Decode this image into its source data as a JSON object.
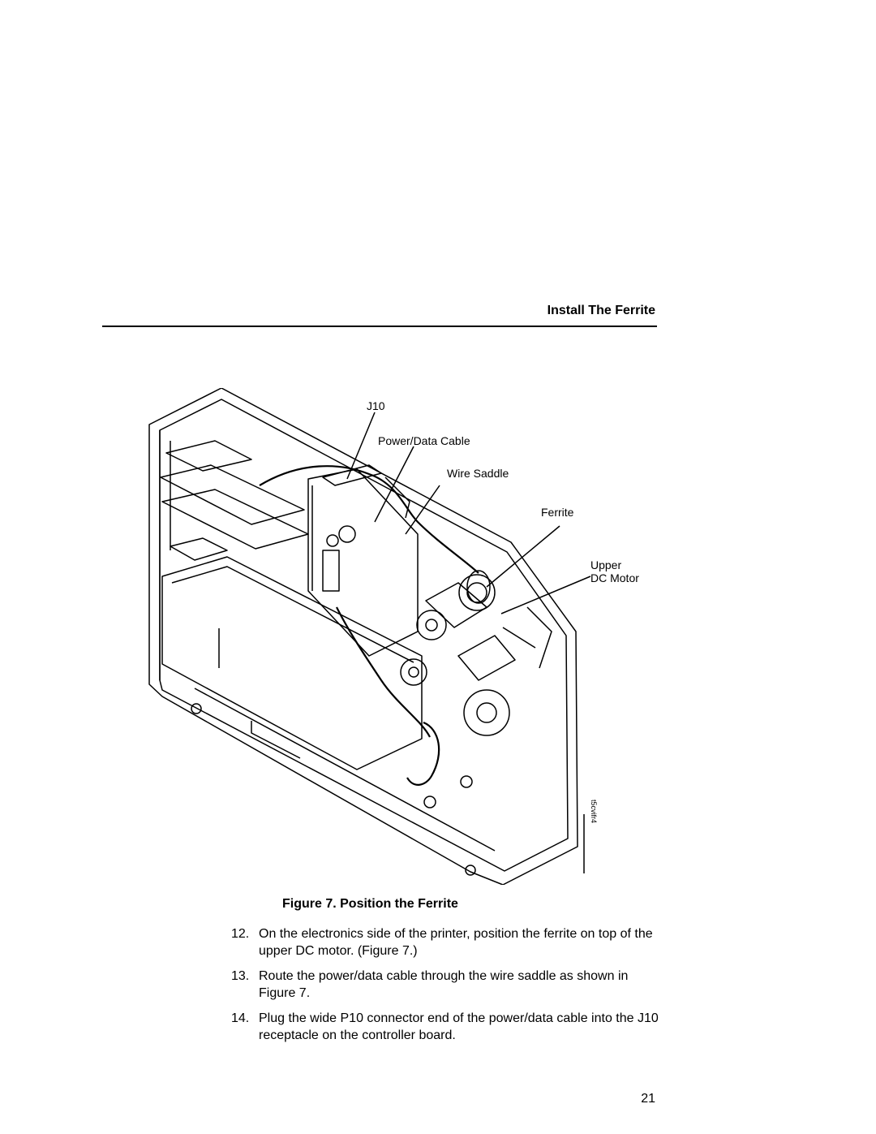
{
  "header": {
    "section_title": "Install The Ferrite"
  },
  "figure": {
    "callouts": {
      "j10": "J10",
      "power_data_cable": "Power/Data Cable",
      "wire_saddle": "Wire Saddle",
      "ferrite": "Ferrite",
      "upper": "Upper",
      "dc_motor": "DC Motor"
    },
    "figure_id": "t5cvifr4",
    "caption": "Figure 7. Position the Ferrite"
  },
  "steps": [
    {
      "num": "12.",
      "text": "On the electronics side of the printer, position the ferrite on top of the upper DC motor. (Figure 7.)"
    },
    {
      "num": "13.",
      "text": "Route the power/data cable through the wire saddle as shown in Figure 7."
    },
    {
      "num": "14.",
      "text": "Plug the wide P10 connector end of the power/data cable into the J10 receptacle on the controller board."
    }
  ],
  "footer": {
    "page_number": "21"
  }
}
